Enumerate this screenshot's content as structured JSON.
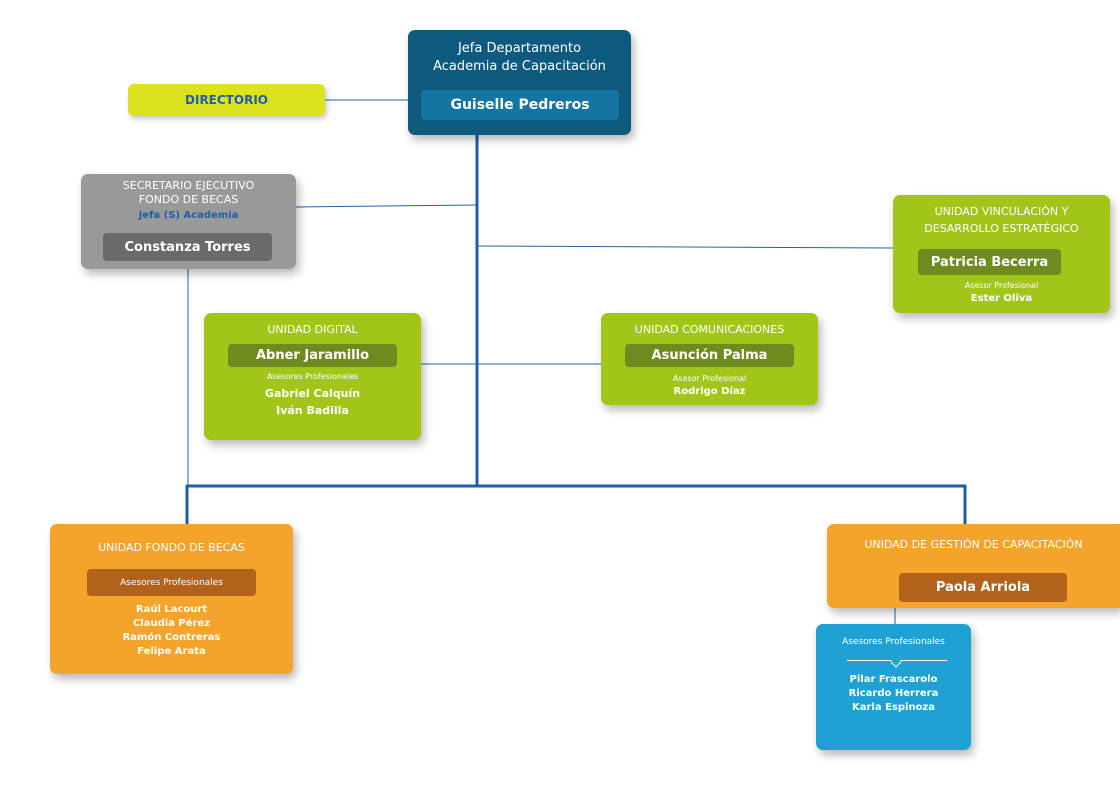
{
  "colors": {
    "line": "#1f5ea8",
    "dark_box": "#0e5a7f",
    "dark_pill": "#1575a2",
    "yellow": "#dce21e",
    "yellow_text": "#1f5ea8",
    "grey_box": "#999999",
    "grey_pill": "#6a6a6a",
    "green_box": "#a2c51a",
    "green_pill": "#6f8b1f",
    "orange_box": "#f4a32b",
    "orange_pill": "#b3621b",
    "blue_box": "#1fa1d3"
  },
  "head": {
    "title_line1": "Jefa Departamento",
    "title_line2": "Academia de Capacitación",
    "name": "Guiselle Pedreros"
  },
  "directorio": {
    "label": "DIRECTORIO"
  },
  "secretario": {
    "title_line1": "SECRETARIO EJECUTIVO",
    "title_line2": "FONDO DE BECAS",
    "subtitle": "Jefa (S) Academia",
    "name": "Constanza Torres"
  },
  "vinculacion": {
    "title_line1": "UNIDAD VINCULACIÓN  Y",
    "title_line2": "DESARROLLO ESTRATÉGICO",
    "name": "Patricia Becerra",
    "role": "Asesor Profesional",
    "member": "Ester Oliva"
  },
  "digital": {
    "title": "UNIDAD DIGITAL",
    "name": "Abner Jaramillo",
    "role": "Asesores Profesionales",
    "members": [
      "Gabriel Calquín",
      "Iván Badilla"
    ]
  },
  "comunicaciones": {
    "title": "UNIDAD COMUNICACIONES",
    "name": "Asunción Palma",
    "role": "Asesor Profesional",
    "member": "Rodrigo Díaz"
  },
  "fondo_becas": {
    "title": "UNIDAD FONDO DE BECAS",
    "role": "Asesores Profesionales",
    "members": [
      "Raúl Lacourt",
      "Claudia Pérez",
      "Ramón Contreras",
      "Felipe Arata"
    ]
  },
  "gestion": {
    "title": "UNIDAD DE GESTIÓN DE CAPACITACIÓN",
    "name": "Paola Arriola"
  },
  "asesores_gestion": {
    "title": "Asesores Profesionales",
    "members": [
      "Pilar Frascarolo",
      "Ricardo Herrera",
      "Karla Espinoza"
    ]
  }
}
